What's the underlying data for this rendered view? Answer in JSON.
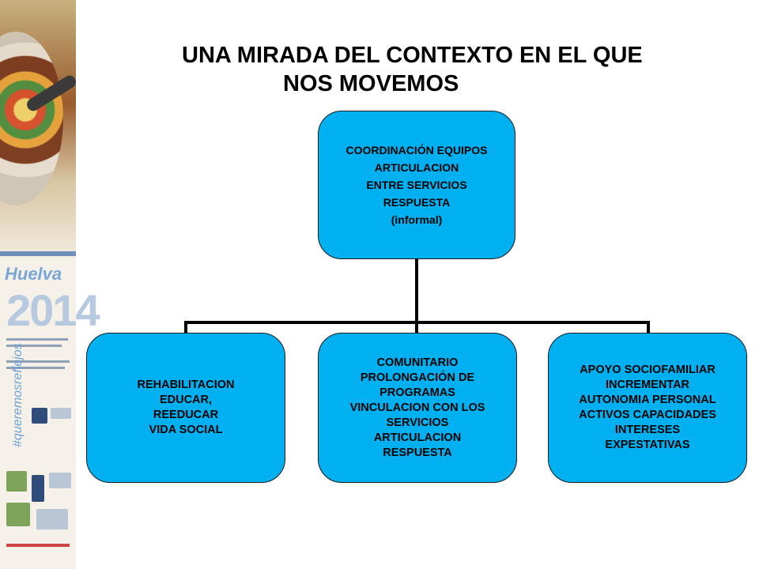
{
  "title": {
    "line1": "UNA MIRADA DEL CONTEXTO EN EL QUE",
    "line2": "NOS MOVEMOS"
  },
  "sidebar": {
    "poster_city": "Huelva",
    "poster_year": "2014",
    "poster_hashtag": "#queremosreflejos"
  },
  "top_node": {
    "lines": [
      "COORDINACIÓN EQUIPOS",
      "ARTICULACION",
      "ENTRE SERVICIOS",
      "RESPUESTA",
      "(informal)"
    ]
  },
  "child_nodes": [
    {
      "lines": [
        "REHABILITACION",
        "EDUCAR,",
        "REEDUCAR",
        "VIDA SOCIAL"
      ]
    },
    {
      "lines": [
        "COMUNITARIO",
        "PROLONGACIÓN DE",
        "PROGRAMAS",
        "VINCULACION CON LOS",
        "SERVICIOS",
        "ARTICULACION",
        "RESPUESTA"
      ]
    },
    {
      "lines": [
        "APOYO SOCIOFAMILIAR",
        "INCREMENTAR",
        "AUTONOMIA PERSONAL",
        "ACTIVOS CAPACIDADES",
        "INTERESES",
        "EXPESTATIVAS"
      ]
    }
  ],
  "colors": {
    "node_fill": "#00b0f0",
    "connector": "#000000"
  }
}
